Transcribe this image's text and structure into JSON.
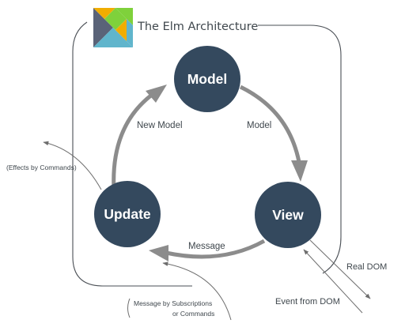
{
  "title": "The Elm Architecture",
  "nodes": {
    "model": "Model",
    "view": "View",
    "update": "Update"
  },
  "edges": {
    "model_to_view": "Model",
    "view_to_update": "Message",
    "update_to_model": "New Model"
  },
  "external": {
    "effects": "(Effects by Commands)",
    "subscriptions_line1": "Message by Subscriptions",
    "subscriptions_line2": "or Commands",
    "real_dom": "Real DOM",
    "event_from_dom": "Event from DOM"
  },
  "colors": {
    "node_fill": "#34495e",
    "cycle_arrow": "#8c8c8c",
    "thin_line": "#6e6e6e",
    "logo_orange": "#f0ad00",
    "logo_green": "#7fd13b",
    "logo_blue": "#60b5cc",
    "logo_slate": "#5a6378"
  }
}
